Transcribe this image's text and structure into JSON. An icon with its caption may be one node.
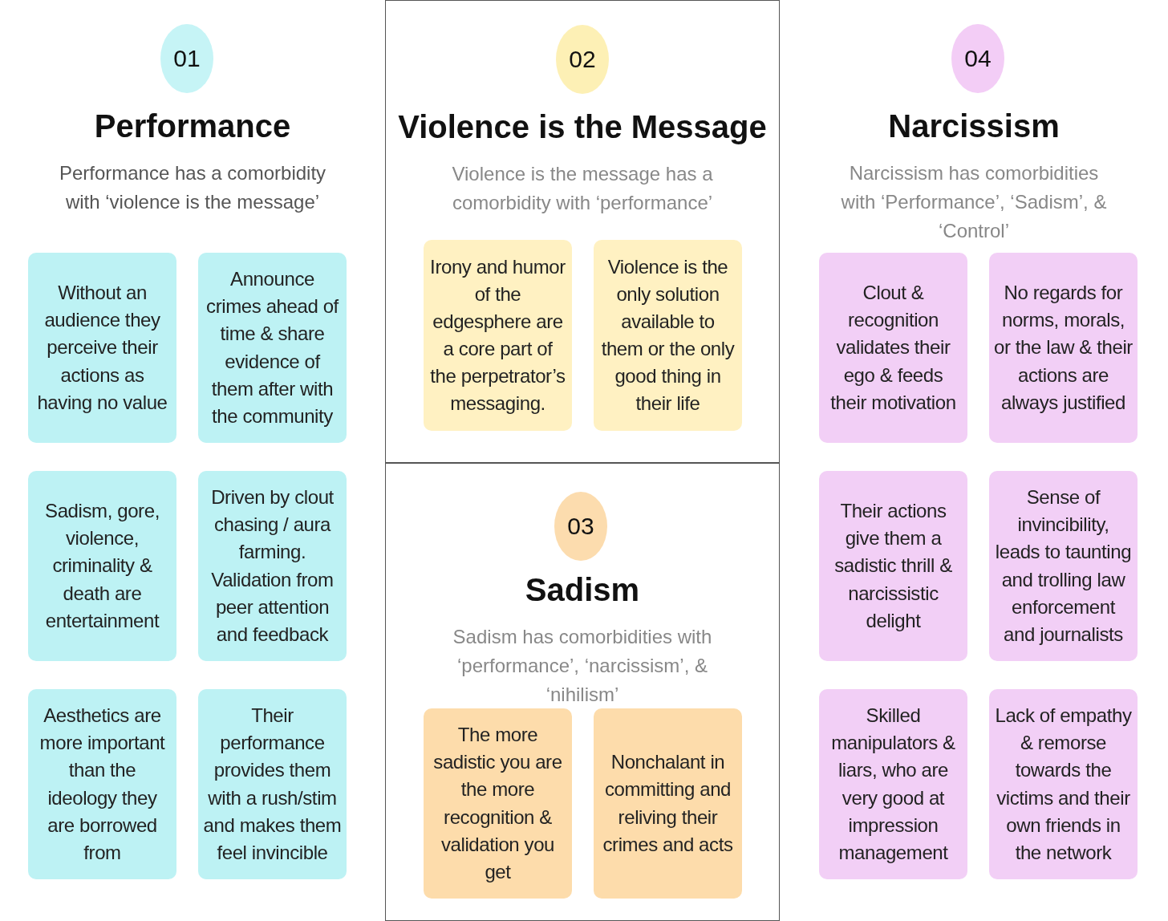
{
  "diagram": {
    "nodes": [
      {
        "text": [
          "Performance",
          "Performance has a comorbidity with ‘violence is the message’"
        ]
      },
      {
        "text": [
          "01"
        ],
        "in": 0
      },
      {
        "text": [
          "Without an audience they perceive their actions as having no value"
        ],
        "in": 0
      },
      {
        "text": [
          "Announce crimes ahead of time & share evidence of them after with the community"
        ],
        "in": 0
      },
      {
        "text": [
          "Sadism, gore, violence, criminality & death are entertainment"
        ],
        "in": 0
      },
      {
        "text": [
          "Driven by clout chasing / aura farming. Validation from peer attention and feedback"
        ],
        "in": 0
      },
      {
        "text": [
          "Aesthetics are more important than the ideology they are borrowed from"
        ],
        "in": 0
      },
      {
        "text": [
          "Their performance provides them with a rush/stim and makes them feel invincible"
        ],
        "in": 0
      },
      {
        "text": [
          "Violence is the Message",
          "Violence is the message has a comorbidity with ‘performance’"
        ]
      },
      {
        "text": [
          "02"
        ],
        "in": 8
      },
      {
        "text": [
          "Irony and humor of the edgesphere are a core part of the perpetrator’s messaging."
        ],
        "in": 8
      },
      {
        "text": [
          "Violence is the only solution available to them or the only good thing in their life"
        ],
        "in": 8
      },
      {
        "text": [
          "Sadism",
          "Sadism has comorbidities with ‘performance’, ‘narcissism’, & ‘nihilism’"
        ]
      },
      {
        "text": [
          "03"
        ],
        "in": 12
      },
      {
        "text": [
          "The more sadistic you are the more recognition & validation you get"
        ],
        "in": 12
      },
      {
        "text": [
          "Nonchalant in committing and reliving their crimes and acts"
        ],
        "in": 12
      },
      {
        "text": [
          "Narcissism",
          "Narcissism has comorbidities with ‘Performance’, ‘Sadism’, & ‘Control’"
        ]
      },
      {
        "text": [
          "04"
        ],
        "in": 16
      },
      {
        "text": [
          "Clout & recognition validates their ego & feeds their motivation"
        ],
        "in": 16
      },
      {
        "text": [
          "No regards for norms, morals, or the law & their actions are always justified"
        ],
        "in": 16
      },
      {
        "text": [
          "Their actions give them a sadistic thrill & narcissistic delight"
        ],
        "in": 16
      },
      {
        "text": [
          "Sense of invincibility, leads to taunting and trolling law enforcement and journalists"
        ],
        "in": 16
      },
      {
        "text": [
          "Skilled manipulators & liars, who are very good at impression management"
        ],
        "in": 16
      },
      {
        "text": [
          "Lack of empathy & remorse towards the victims and their own friends in the network"
        ],
        "in": 16
      }
    ]
  }
}
